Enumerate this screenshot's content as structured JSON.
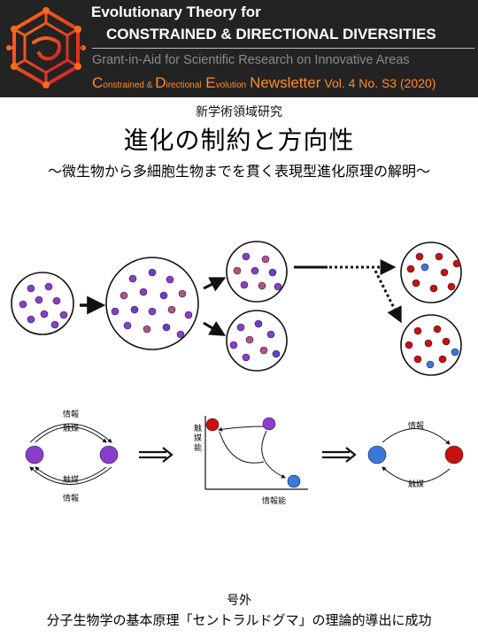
{
  "banner": {
    "title_line1": "Evolutionary Theory for",
    "title_line2": "CONSTRAINED & DIRECTIONAL DIVERSITIES",
    "grant_line": "Grant-in-Aid for Scientific Research on Innovative Areas",
    "series": {
      "c_big": "C",
      "c_rest": "onstrained",
      "amp": " & ",
      "d_big": "D",
      "d_rest": "irectional",
      "e_big": " E",
      "e_rest": "volution",
      "newsletter": "Newsletter",
      "volume": "Vol. 4 No. S3 (2020)"
    }
  },
  "heading": {
    "kicker": "新学術領域研究",
    "title": "進化の制約と方向性",
    "subtitle": "～微生物から多細胞生物までを貫く表現型進化原理の解明～"
  },
  "figure": {
    "label_info": "情報",
    "label_catalyst": "触媒",
    "axis_x_label": "情報能",
    "axis_y_label": [
      "触",
      "媒",
      "能"
    ],
    "colors": {
      "purple": "#8a3dcc",
      "pink": "#b0528c",
      "red": "#c81010",
      "blue": "#3878d8",
      "banner_bg": "#232323",
      "accent_orange": "#ff8a2a"
    }
  },
  "footer": {
    "special_issue": "号外",
    "headline": "分子生物学の基本原理「セントラルドグマ」の理論的導出に成功"
  }
}
